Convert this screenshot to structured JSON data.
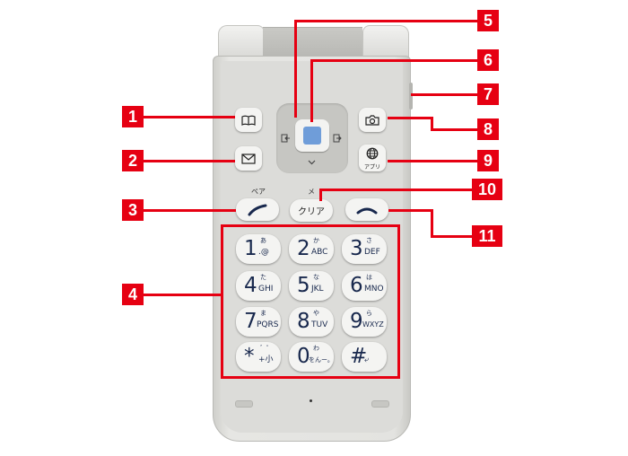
{
  "keys": {
    "app_label": "アプリ",
    "pair_label": "ペア",
    "mail_label": "メ",
    "clear_label": "クリア",
    "digits": [
      {
        "digit": "1",
        "kana": "あ",
        "sub": ".@"
      },
      {
        "digit": "2",
        "kana": "か",
        "sub": "ABC"
      },
      {
        "digit": "3",
        "kana": "さ",
        "sub": "DEF"
      },
      {
        "digit": "4",
        "kana": "た",
        "sub": "GHI"
      },
      {
        "digit": "5",
        "kana": "な",
        "sub": "JKL"
      },
      {
        "digit": "6",
        "kana": "は",
        "sub": "MNO"
      },
      {
        "digit": "7",
        "kana": "ま",
        "sub": "PQRS"
      },
      {
        "digit": "8",
        "kana": "や",
        "sub": "TUV"
      },
      {
        "digit": "9",
        "kana": "ら",
        "sub": "WXYZ"
      },
      {
        "digit": "*",
        "kana": "゛゜",
        "sub": "+小"
      },
      {
        "digit": "0",
        "kana": "わ",
        "sub": "をんー。"
      },
      {
        "digit": "#",
        "kana": "",
        "sub": "⤶"
      }
    ]
  },
  "callouts": [
    "1",
    "2",
    "3",
    "4",
    "5",
    "6",
    "7",
    "8",
    "9",
    "10",
    "11"
  ],
  "colors": {
    "callout": "#e60012",
    "digit": "#18284d",
    "center": "#6f9dd9"
  },
  "icons": {
    "phonebook": "book-icon",
    "mail": "envelope-icon",
    "camera": "camera-icon",
    "app": "globe-icon",
    "left_arrow": "nav-left-icon",
    "right_arrow": "nav-right-icon",
    "down_arrow": "chevron-down-icon"
  }
}
